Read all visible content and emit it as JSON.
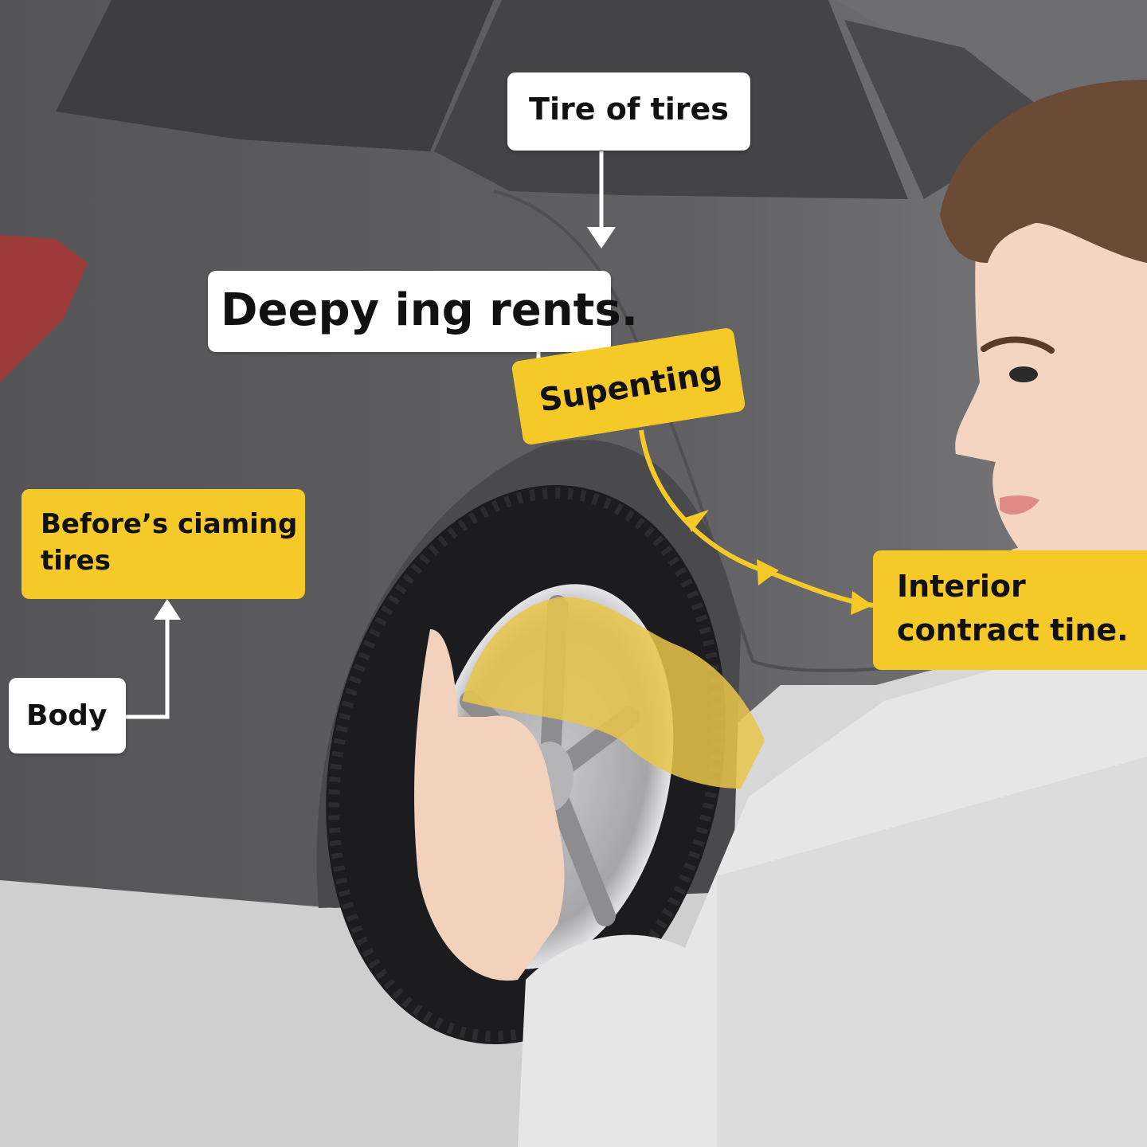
{
  "callouts": {
    "tire_of_tires": "Tire of tires",
    "deepy_ing_rents": "Deepy ing rents.",
    "supenting": "Supenting",
    "before_ciaming_tires": "Before’s ciaming tires",
    "body": "Body",
    "interior_contract_tine": "Interior contract tine."
  },
  "colors": {
    "callout_yellow": "#f5c928",
    "callout_white": "#ffffff",
    "car_body": "#5f5f61",
    "tire": "#1c1c1e",
    "background": "#d9d9d9"
  }
}
